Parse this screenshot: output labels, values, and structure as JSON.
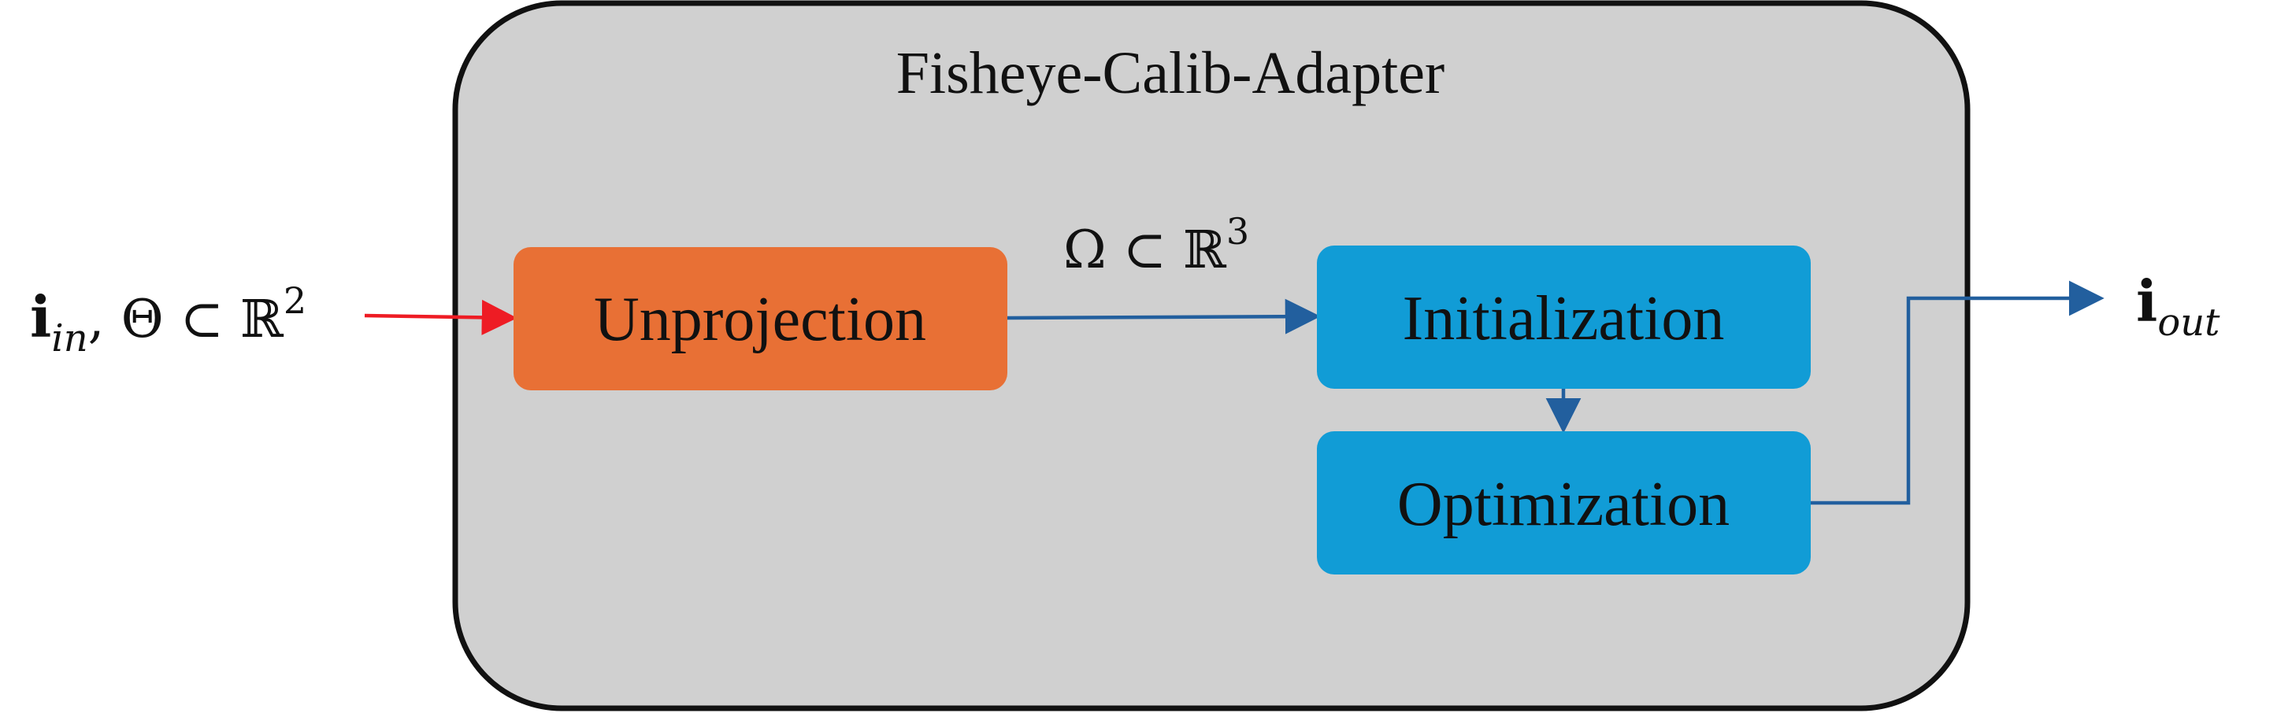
{
  "container": {
    "title": "Fisheye-Calib-Adapter"
  },
  "input_label": {
    "base": "i",
    "sub": "in",
    "rest": ", Θ ⊂ ℝ",
    "sup": "2"
  },
  "omega_label": {
    "base": "Ω ⊂ ℝ",
    "sup": "3"
  },
  "output_label": {
    "base": "i",
    "sub": "out"
  },
  "boxes": {
    "unprojection": "Unprojection",
    "initialization": "Initialization",
    "optimization": "Optimization"
  },
  "colors": {
    "container_fill": "#d0d0d0",
    "container_stroke": "#111111",
    "unprojection_fill": "#e87035",
    "blue_box_fill": "#119cd6",
    "input_arrow": "#ee1c24",
    "flow_arrow": "#225f9e"
  }
}
